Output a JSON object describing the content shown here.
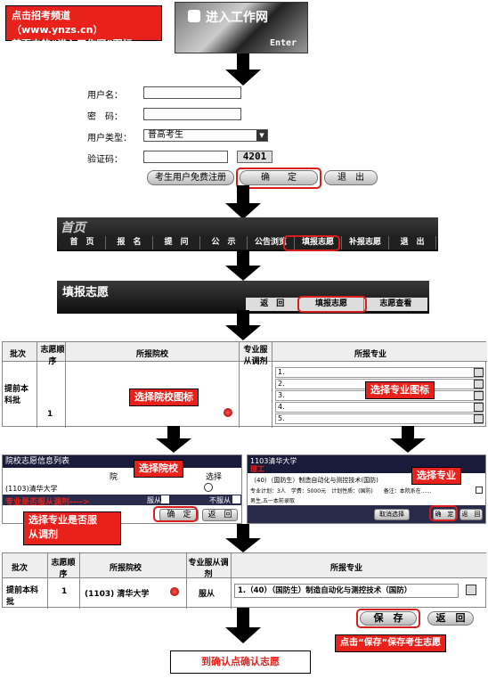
{
  "callout_top": {
    "line1": "点击招考频道（www.ynzs.cn）",
    "line2": "首页中的“进入工作网”图标"
  },
  "enter_banner": {
    "title": "进入工作网",
    "sub": "Enter"
  },
  "login": {
    "username_label": "用户名：",
    "password_label": "密　码：",
    "usertype_label": "用户类型：",
    "usertype_value": "普高考生",
    "captcha_label": "验证码：",
    "captcha_value": "4201",
    "register_btn": "考生用户免费注册",
    "confirm_btn": "确　　定",
    "exit_btn": "退　出"
  },
  "nav1": {
    "title": "首页",
    "items": [
      "首　页",
      "报　名",
      "提　问",
      "公　示",
      "公告浏览",
      "填报志愿",
      "补报志愿",
      "退　出"
    ]
  },
  "nav2": {
    "title": "填报志愿",
    "items": [
      "返　回",
      "填报志愿",
      "志愿查看"
    ]
  },
  "table1": {
    "headers": [
      "批次",
      "志愿顺序",
      "所报院校",
      "专业服从调剂",
      "所报专业"
    ],
    "batch": "提前本科批",
    "order": "1",
    "rows": [
      "1.",
      "2.",
      "3.",
      "4.",
      "5."
    ]
  },
  "callout_school_icon": "选择院校图标",
  "callout_major_icon": "选择专业图标",
  "school_dialog": {
    "title": "院校志愿信息列表",
    "col1": "院",
    "col2": "选择",
    "school": "(1103)清华大学",
    "obey_text": "专业是否服从调剂---->",
    "obey": "服从",
    "not_obey": "不服从",
    "ok": "确　定",
    "back": "返　回"
  },
  "callout_choose_school": "选择院校",
  "callout_obey": {
    "line1": "选择专业是否服",
    "line2": "从调剂"
  },
  "major_dialog": {
    "school": "1103清华大学",
    "major_group": "理工",
    "major": "（40）（国防生）制造自动化与测控技术(国防)",
    "detail": "专业计划：3人　学费：5000元　计划性质：(国防)　　备注：本院系在……",
    "note": "男生,五一本前录取",
    "b1": "取消选择",
    "b2": "确　定",
    "b3": "返　回"
  },
  "callout_choose_major": "选择专业",
  "table2": {
    "headers": [
      "批次",
      "志愿顺序",
      "所报院校",
      "专业服从调剂",
      "所报专业"
    ],
    "batch": "提前本科批",
    "order": "1",
    "school": "(1103) 清华大学",
    "obey": "服从",
    "major": "1.（40）（国防生）制造自动化与测控技术（国防）"
  },
  "save_btn": "保　存",
  "back_btn": "返　回",
  "callout_save": "点击“保存”保存考生志愿",
  "callout_confirm": "到确认点确认志愿",
  "colors": {
    "callout": "#e8211b",
    "highlight": "#d81d1d",
    "nav": "#1a1a1a"
  }
}
